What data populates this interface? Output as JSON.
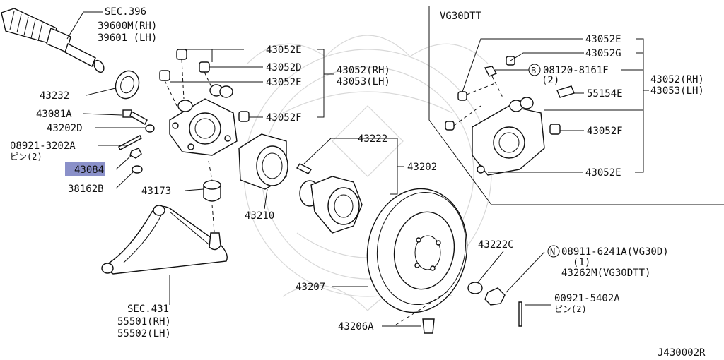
{
  "labels": {
    "sec396": "SEC.396",
    "p39600m": "39600M(RH)",
    "p39601": "39601 (LH)",
    "p43232": "43232",
    "p43081a": "43081A",
    "p43202d": "43202D",
    "p08921_3202a": "08921-3202A",
    "pin1": "ピン(2)",
    "p43084": "43084",
    "p38162b": "38162B",
    "p43173": "43173",
    "p43052e_1": "43052E",
    "p43052d": "43052D",
    "p43052e_2": "43052E",
    "p43052f_1": "43052F",
    "p43052_rh_1": "43052(RH)",
    "p43053_lh_1": "43053(LH)",
    "p43222": "43222",
    "p43202": "43202",
    "p43210": "43210",
    "sec431": "SEC.431",
    "p55501": "55501(RH)",
    "p55502": "55502(LH)",
    "p43207": "43207",
    "p43206a": "43206A",
    "p43222c": "43222C",
    "n_symbol": "N",
    "p08911": "08911-6241A(VG30D)",
    "qty1": "(1)",
    "p43262m": "43262M(VG30DTT)",
    "p00921": "00921-5402A",
    "pin2": "ピン(2)",
    "vg30dtt": "VG30DTT",
    "p43052e_3": "43052E",
    "p43052g": "43052G",
    "b_symbol": "B",
    "p08120": "08120-8161F",
    "qty2": "(2)",
    "p55154e": "55154E",
    "p43052_rh_2": "43052(RH)",
    "p43053_lh_2": "43053(LH)",
    "p43052f_2": "43052F",
    "p43052e_4": "43052E",
    "diagram_code": "J430002R"
  },
  "highlight_color": "#8a90c9"
}
